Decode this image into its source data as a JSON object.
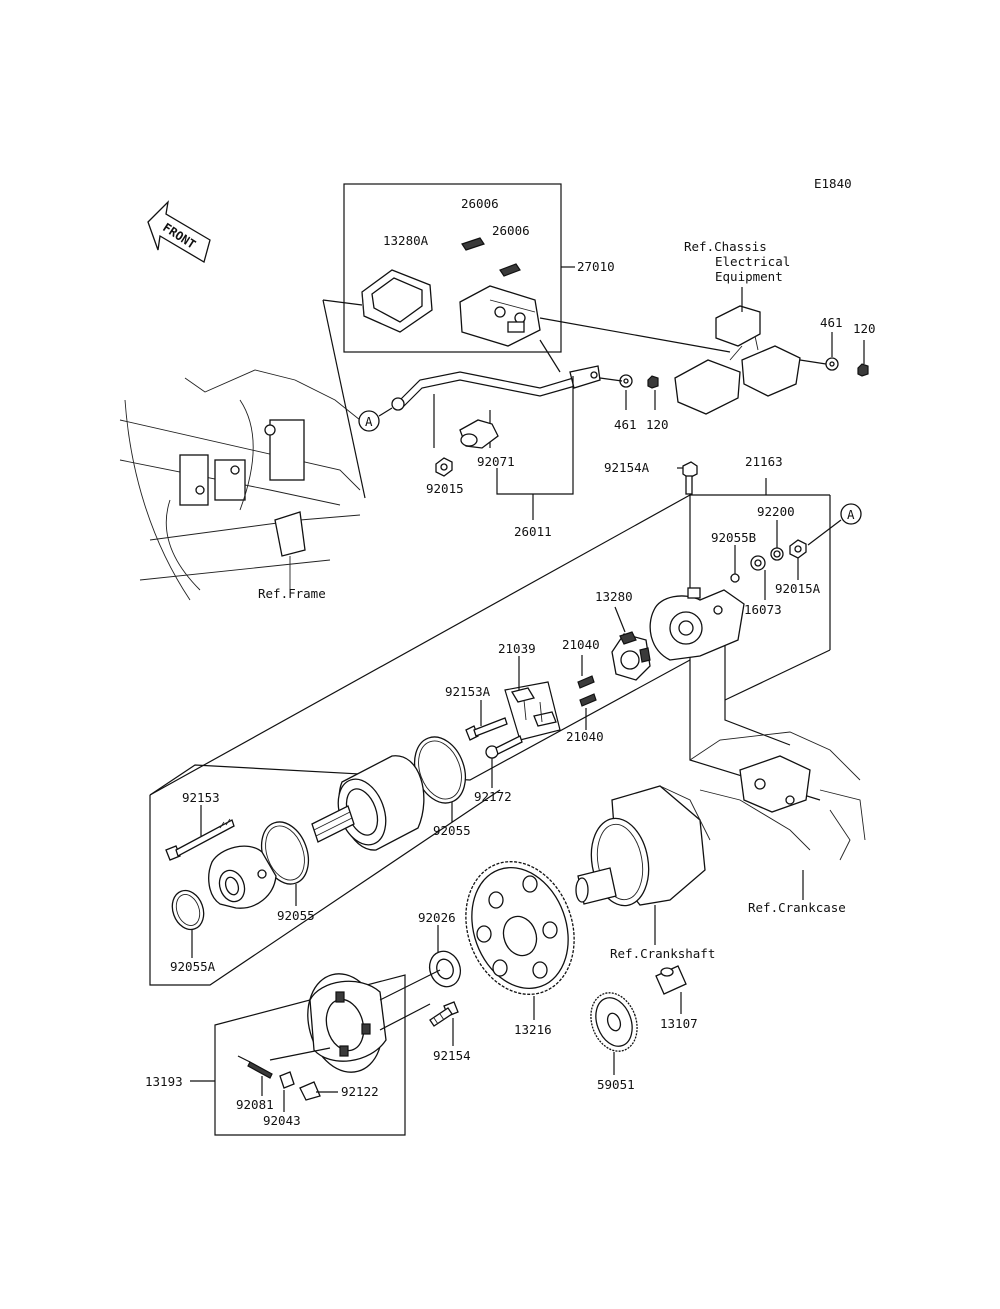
{
  "diagram_id": "E1840",
  "front_label": "FRONT",
  "callouts": {
    "a_left": "A",
    "a_right": "A"
  },
  "parts": {
    "p26006a": "26006",
    "p26006b": "26006",
    "p13280A": "13280A",
    "p27010": "27010",
    "p461a": "461",
    "p120a": "120",
    "p461b": "461",
    "p120b": "120",
    "p92015": "92015",
    "p92071": "92071",
    "p26011": "26011",
    "p92154A": "92154A",
    "p21163": "21163",
    "p92200": "92200",
    "p92055B": "92055B",
    "p92015A": "92015A",
    "p16073": "16073",
    "p13280": "13280",
    "p21040a": "21040",
    "p21040b": "21040",
    "p21039": "21039",
    "p92153A": "92153A",
    "p92172": "92172",
    "p92055a": "92055",
    "p92153": "92153",
    "p92055b": "92055",
    "p92055A": "92055A",
    "p92026": "92026",
    "p13216": "13216",
    "p13107": "13107",
    "p92154": "92154",
    "p59051": "59051",
    "p13193": "13193",
    "p92081": "92081",
    "p92122": "92122",
    "p92043": "92043"
  },
  "refs": {
    "chassis_line1": "Ref.Chassis",
    "chassis_line2": "Electrical",
    "chassis_line3": "Equipment",
    "frame": "Ref.Frame",
    "crankcase": "Ref.Crankcase",
    "crankshaft": "Ref.Crankshaft"
  }
}
